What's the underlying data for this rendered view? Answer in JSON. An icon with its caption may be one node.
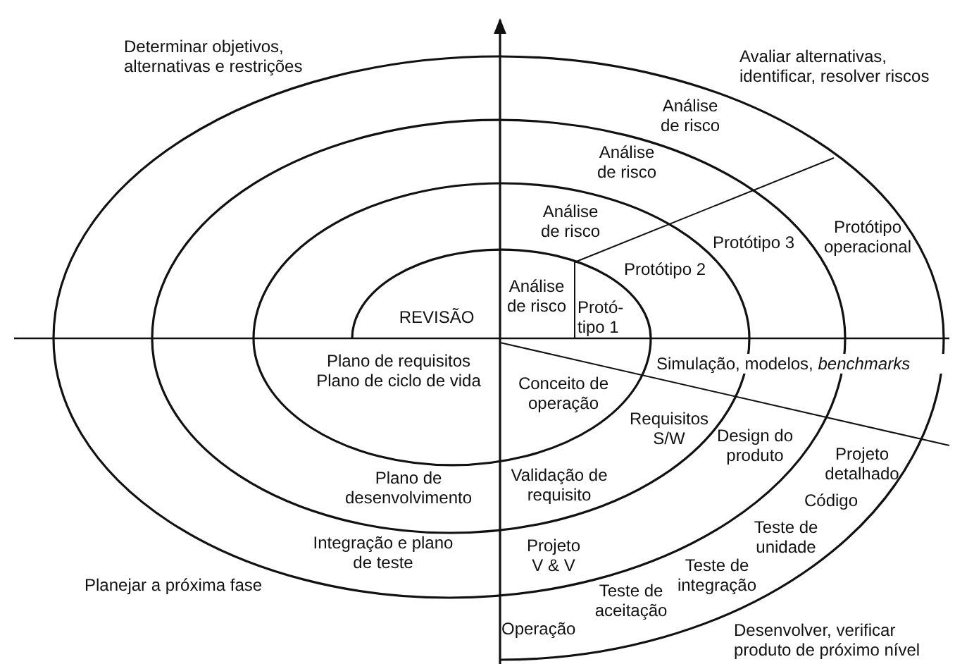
{
  "diagram": {
    "labels": [
      "Determinar objetivos, alternativas e restrições",
      "Avaliar alternativas, identificar, resolver riscos",
      "Análise de risco",
      "Análise de risco",
      "Análise de risco",
      "Análise de risco",
      "Protó- tipo 1",
      "Protótipo 2",
      "Protótipo 3",
      "Protótipo operacional",
      "REVISÃO",
      "Plano de requisitos Plano de ciclo de vida",
      "Conceito de operação",
      "Simulação, modelos, *benchmarks*",
      "Requisitos S/W",
      "Design do produto",
      "Projeto detalhado",
      "Código",
      "Teste de unidade",
      "Teste de integração",
      "Teste de aceitação",
      "Validação de requisito",
      "Plano de desenvolvimento",
      "Projeto V & V",
      "Integração e plano de teste",
      "Operação",
      "Planejar a próxima fase",
      "Desenvolver, verificar produto de próximo nível"
    ]
  }
}
